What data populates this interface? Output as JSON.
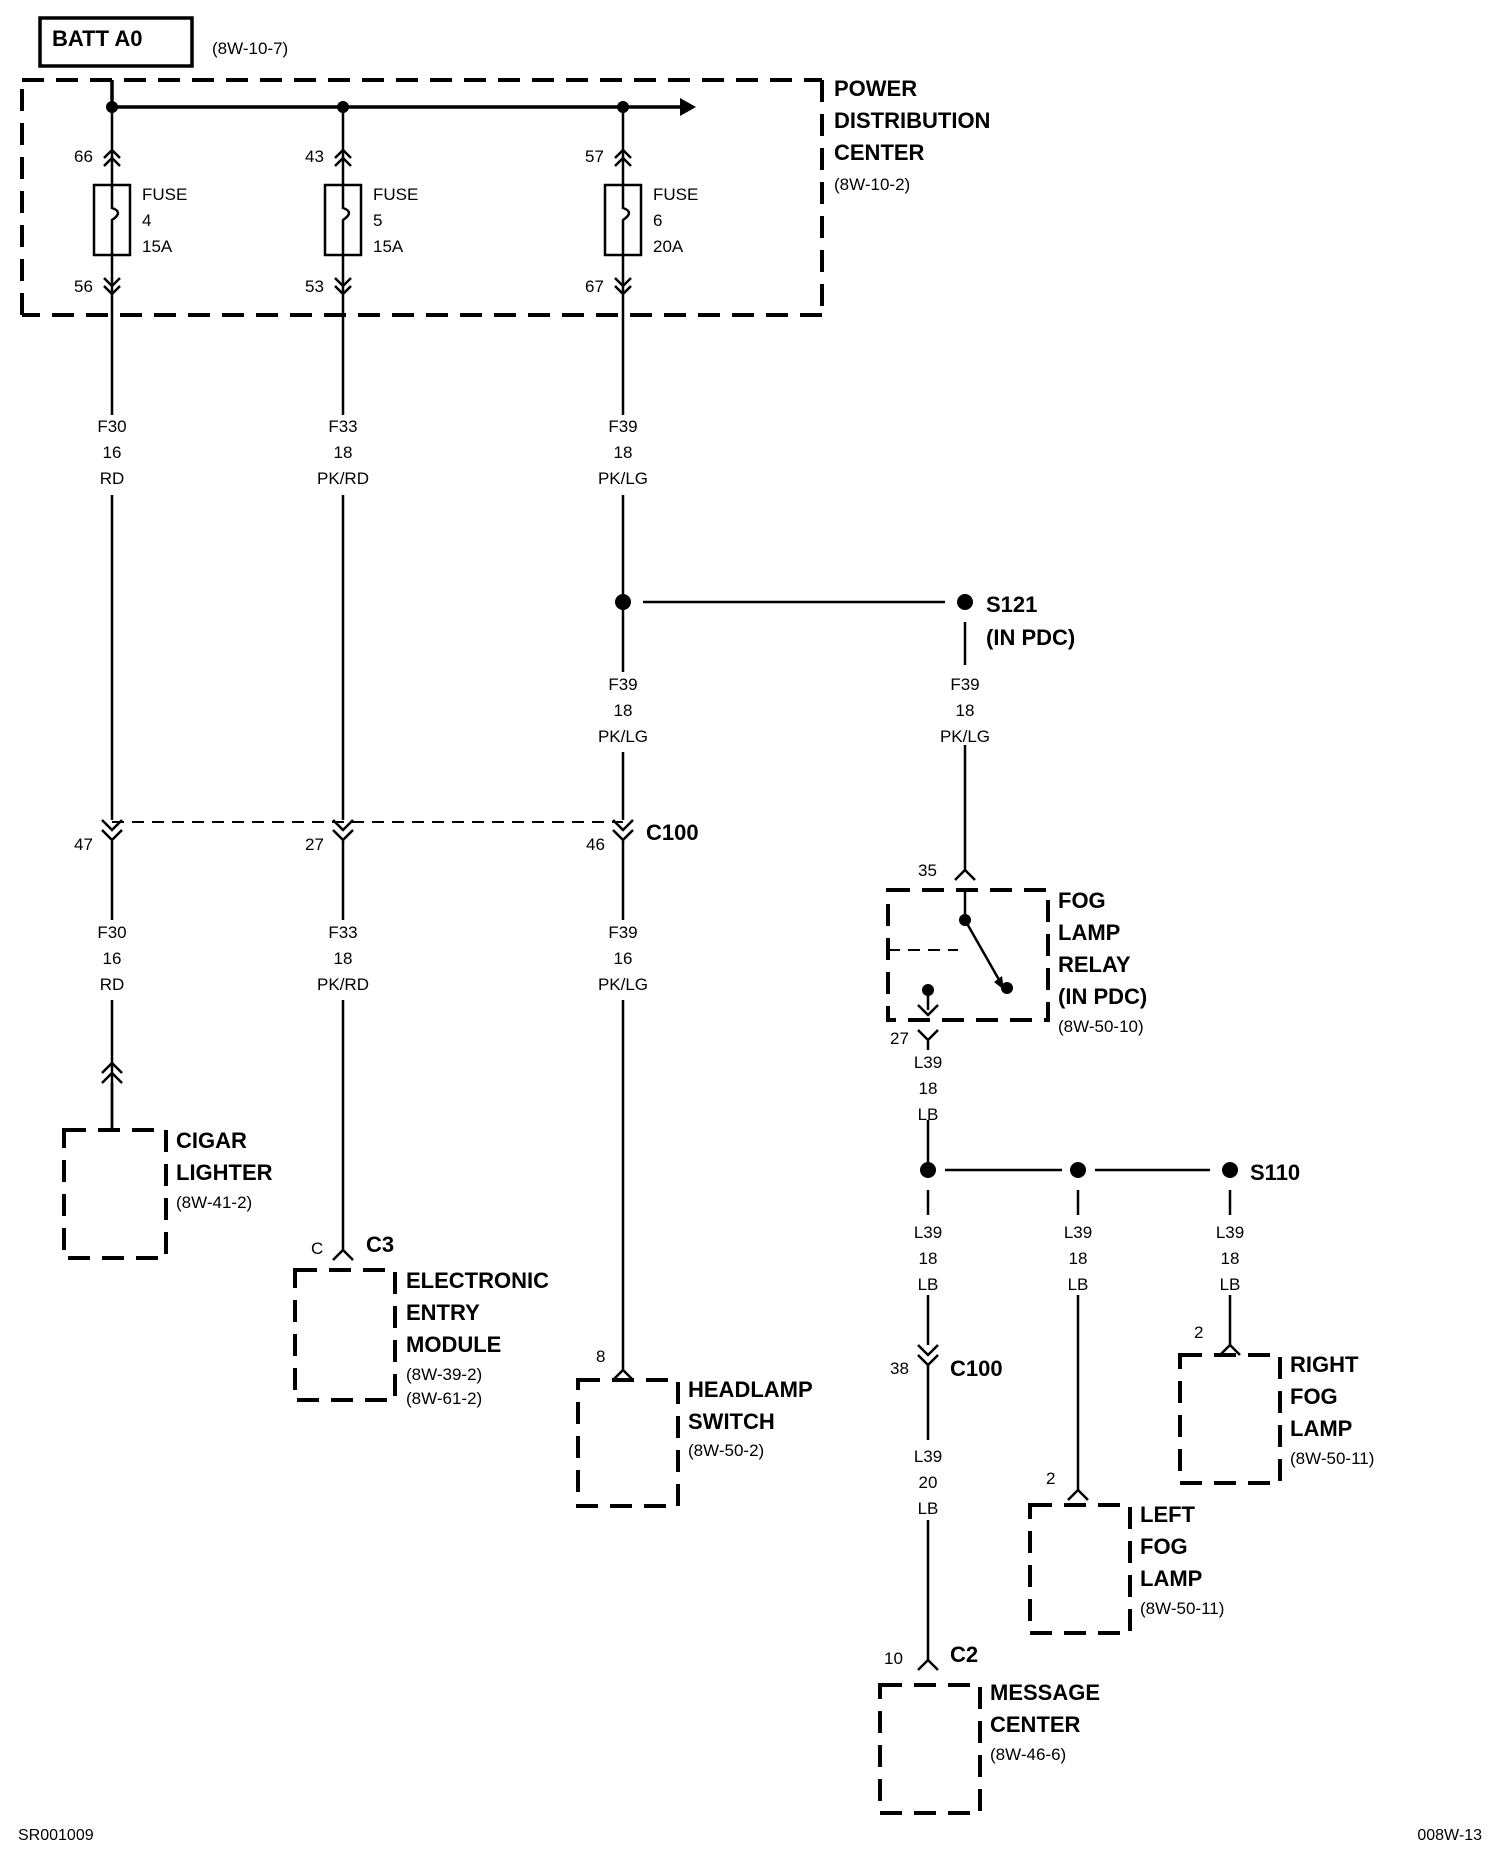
{
  "header": {
    "source_label": "BATT A0",
    "source_ref": "(8W-10-7)"
  },
  "pdc": {
    "title_1": "POWER",
    "title_2": "DISTRIBUTION",
    "title_3": "CENTER",
    "ref": "(8W-10-2)"
  },
  "fuses": [
    {
      "in_pin": "66",
      "out_pin": "56",
      "word": "FUSE",
      "number": "4",
      "rating": "15A"
    },
    {
      "in_pin": "43",
      "out_pin": "53",
      "word": "FUSE",
      "number": "5",
      "rating": "15A"
    },
    {
      "in_pin": "57",
      "out_pin": "67",
      "word": "FUSE",
      "number": "6",
      "rating": "20A"
    }
  ],
  "wires": {
    "f30_top": [
      "F30",
      "16",
      "RD"
    ],
    "f33_top": [
      "F33",
      "18",
      "PK/RD"
    ],
    "f39_top": [
      "F39",
      "18",
      "PK/LG"
    ],
    "f39_mid": [
      "F39",
      "18",
      "PK/LG"
    ],
    "f39_s121": [
      "F39",
      "18",
      "PK/LG"
    ],
    "f30_bot": [
      "F30",
      "16",
      "RD"
    ],
    "f33_bot": [
      "F33",
      "18",
      "PK/RD"
    ],
    "f39_bot": [
      "F39",
      "16",
      "PK/LG"
    ],
    "l39_relay": [
      "L39",
      "18",
      "LB"
    ],
    "l39_a": [
      "L39",
      "18",
      "LB"
    ],
    "l39_b": [
      "L39",
      "18",
      "LB"
    ],
    "l39_c": [
      "L39",
      "18",
      "LB"
    ],
    "l39_msg": [
      "L39",
      "20",
      "LB"
    ]
  },
  "splices": {
    "s121": "S121",
    "s121_note": "(IN PDC)",
    "s110": "S110"
  },
  "c100_top": {
    "name": "C100",
    "pins": [
      "47",
      "27",
      "46"
    ]
  },
  "c100_bot": {
    "name": "C100",
    "pin": "38"
  },
  "relay": {
    "pin_in": "35",
    "pin_out": "27",
    "l1": "FOG",
    "l2": "LAMP",
    "l3": "RELAY",
    "l4": "(IN PDC)",
    "ref": "(8W-50-10)"
  },
  "components": {
    "cigar": {
      "l1": "CIGAR",
      "l2": "LIGHTER",
      "ref": "(8W-41-2)"
    },
    "eem": {
      "conn": "C3",
      "pin": "C",
      "l1": "ELECTRONIC",
      "l2": "ENTRY",
      "l3": "MODULE",
      "ref1": "(8W-39-2)",
      "ref2": "(8W-61-2)"
    },
    "headlamp": {
      "pin": "8",
      "l1": "HEADLAMP",
      "l2": "SWITCH",
      "ref": "(8W-50-2)"
    },
    "right_fog": {
      "pin": "2",
      "l1": "RIGHT",
      "l2": "FOG",
      "l3": "LAMP",
      "ref": "(8W-50-11)"
    },
    "left_fog": {
      "pin": "2",
      "l1": "LEFT",
      "l2": "FOG",
      "l3": "LAMP",
      "ref": "(8W-50-11)"
    },
    "message": {
      "conn": "C2",
      "pin": "10",
      "l1": "MESSAGE",
      "l2": "CENTER",
      "ref": "(8W-46-6)"
    }
  },
  "footer": {
    "left_code": "SR001009",
    "right_code": "008W-13"
  }
}
